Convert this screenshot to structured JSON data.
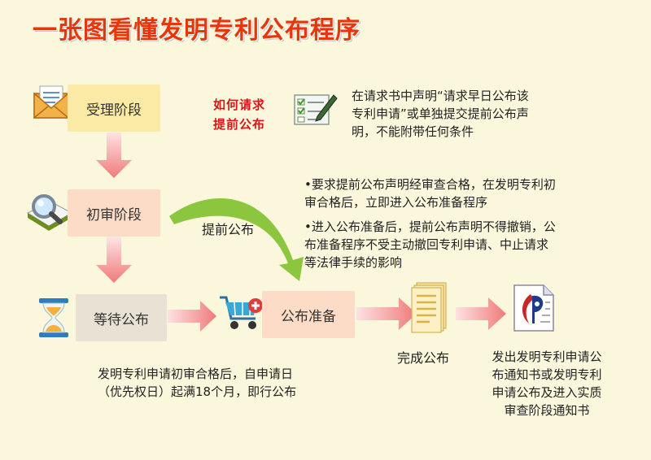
{
  "title": "一张图看懂发明专利公布程序",
  "stages": {
    "accept": "受理阶段",
    "preliminary": "初审阶段",
    "waiting": "等待公布",
    "prepare": "公布准备",
    "complete": "完成公布"
  },
  "how_to_request": [
    "如何请求",
    "提前公布"
  ],
  "request_note": [
    "在请求书中声明“请求早日公布该",
    "专利申请”或单独提交提前公布声",
    "明，不能附带任何条件"
  ],
  "early_publish_label": "提前公布",
  "requirement_notes": [
    [
      "•要求提前公布声明经审查合格，在发明专利初",
      "审合格后，立即进入公布准备程序"
    ],
    [
      "•进入公布准备后，提前公布声明不得撤销，公",
      "布准备程序不受主动撤回专利申请、中止请求",
      "等法律手续的影响"
    ]
  ],
  "waiting_note": [
    "发明专利申请初审合格后，自申请日",
    "（优先权日）起满18个月，即行公布"
  ],
  "final_note": [
    "发出发明专利申请公",
    "布通知书或发明专利",
    "申请公布及进入实质",
    "审查阶段通知书"
  ],
  "colors": {
    "title": "#e8350a",
    "arrow_red": "#f08080",
    "curve_green": "#8cc63f",
    "stage_yellow": "#fbe9a6",
    "stage_pink": "#fcdcc7"
  }
}
